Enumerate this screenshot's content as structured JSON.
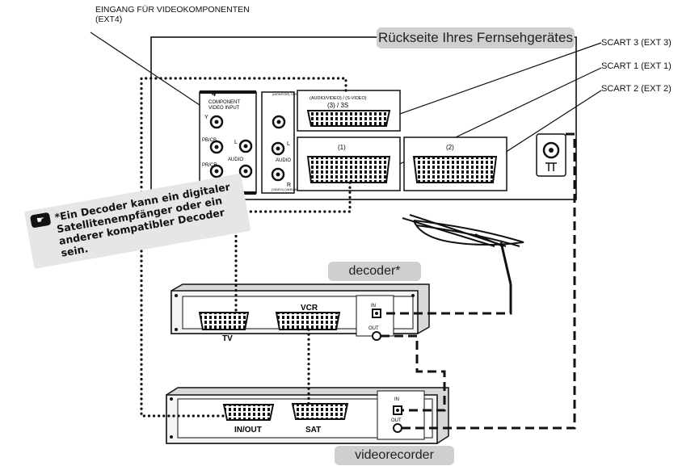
{
  "labels": {
    "top_input_line1": "EINGANG FÜR VIDEOKOMPONENTEN",
    "top_input_line2": "(EXT4)",
    "tv_back": "Rückseite Ihres Fernsehgerätes",
    "scart3": "SCART 3 (EXT 3)",
    "scart1": "SCART 1 (EXT 1)",
    "scart2": "SCART 2 (EXT 2)",
    "decoder": "decoder*",
    "videorecorder": "videorecorder",
    "tv_port": "TV",
    "vcr_port": "VCR",
    "inout_port": "IN/OUT",
    "sat_port": "SAT",
    "in_small": "IN",
    "out_small": "OUT"
  },
  "panel": {
    "ext4_number": "4",
    "component_line1": "COMPONENT",
    "component_line2": "VIDEO INPUT",
    "y": "Y",
    "pb": "PB/CB",
    "pr": "PR/CR",
    "audio": "AUDIO",
    "l": "L",
    "r": "R",
    "monitor_out": "(MONITOR) OUT",
    "audio_video_svideo": "(AUDIO/VIDEO) / (S-VIDEO)",
    "ext3": "(3)  /  3S",
    "ext1": "(1)",
    "ext2": "(2)",
    "video_vidout": "(VIDEO) (VARIABLE)"
  },
  "note": {
    "text": "*Ein Decoder kann ein digitaler Satellitenempfänger oder ein anderer kompatibler Decoder sein."
  }
}
